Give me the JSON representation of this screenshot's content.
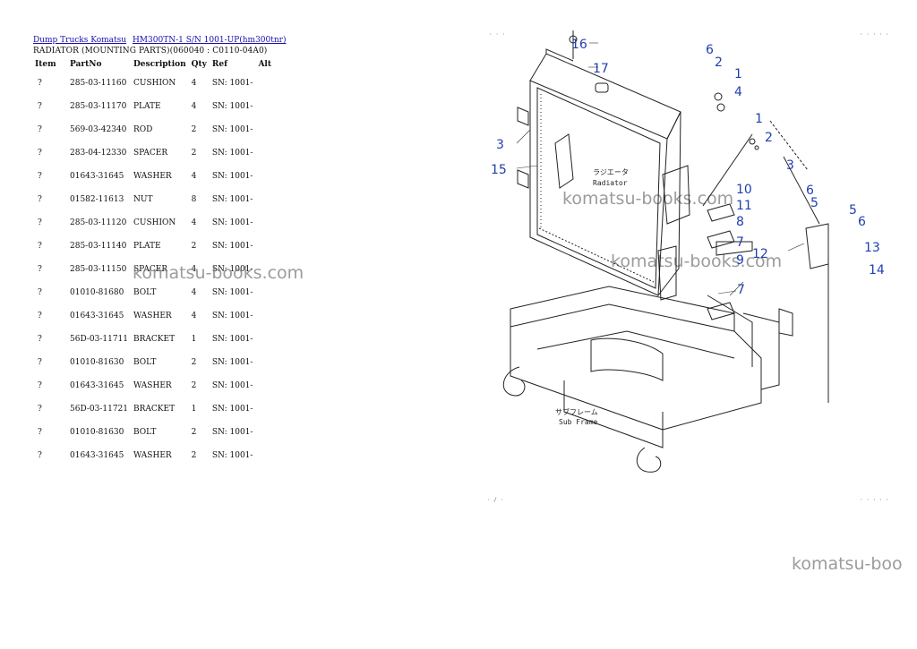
{
  "breadcrumb": {
    "link1": "Dump Trucks Komatsu",
    "link2": "HM300TN-1 S/N 1001-UP(hm300tnr)"
  },
  "section_title": "RADIATOR (MOUNTING PARTS)(060040 : C0110-04A0)",
  "table": {
    "headers": [
      "Item",
      "PartNo",
      "Description",
      "Qty",
      "Ref",
      "Alt"
    ],
    "rows": [
      {
        "item": "?",
        "part": "285-03-11160",
        "desc": "CUSHION",
        "qty": "4",
        "ref": "SN: 1001-",
        "alt": ""
      },
      {
        "item": "?",
        "part": "285-03-11170",
        "desc": "PLATE",
        "qty": "4",
        "ref": "SN: 1001-",
        "alt": ""
      },
      {
        "item": "?",
        "part": "569-03-42340",
        "desc": "ROD",
        "qty": "2",
        "ref": "SN: 1001-",
        "alt": ""
      },
      {
        "item": "?",
        "part": "283-04-12330",
        "desc": "SPACER",
        "qty": "2",
        "ref": "SN: 1001-",
        "alt": ""
      },
      {
        "item": "?",
        "part": "01643-31645",
        "desc": "WASHER",
        "qty": "4",
        "ref": "SN: 1001-",
        "alt": ""
      },
      {
        "item": "?",
        "part": "01582-11613",
        "desc": "NUT",
        "qty": "8",
        "ref": "SN: 1001-",
        "alt": ""
      },
      {
        "item": "?",
        "part": "285-03-11120",
        "desc": "CUSHION",
        "qty": "4",
        "ref": "SN: 1001-",
        "alt": ""
      },
      {
        "item": "?",
        "part": "285-03-11140",
        "desc": "PLATE",
        "qty": "2",
        "ref": "SN: 1001-",
        "alt": ""
      },
      {
        "item": "?",
        "part": "285-03-11150",
        "desc": "SPACER",
        "qty": "4",
        "ref": "SN: 1001-",
        "alt": ""
      },
      {
        "item": "?",
        "part": "01010-81680",
        "desc": "BOLT",
        "qty": "4",
        "ref": "SN: 1001-",
        "alt": ""
      },
      {
        "item": "?",
        "part": "01643-31645",
        "desc": "WASHER",
        "qty": "4",
        "ref": "SN: 1001-",
        "alt": ""
      },
      {
        "item": "?",
        "part": "56D-03-11711",
        "desc": "BRACKET",
        "qty": "1",
        "ref": "SN: 1001-",
        "alt": ""
      },
      {
        "item": "?",
        "part": "01010-81630",
        "desc": "BOLT",
        "qty": "2",
        "ref": "SN: 1001-",
        "alt": ""
      },
      {
        "item": "?",
        "part": "01643-31645",
        "desc": "WASHER",
        "qty": "2",
        "ref": "SN: 1001-",
        "alt": ""
      },
      {
        "item": "?",
        "part": "56D-03-11721",
        "desc": "BRACKET",
        "qty": "1",
        "ref": "SN: 1001-",
        "alt": ""
      },
      {
        "item": "?",
        "part": "01010-81630",
        "desc": "BOLT",
        "qty": "2",
        "ref": "SN: 1001-",
        "alt": ""
      },
      {
        "item": "?",
        "part": "01643-31645",
        "desc": "WASHER",
        "qty": "2",
        "ref": "SN: 1001-",
        "alt": ""
      }
    ]
  },
  "watermark": "komatsu-books.com",
  "watermark_cut": "komatsu-boo",
  "diagram": {
    "label_radiator_jp": "ラジエータ",
    "label_radiator_en": "Radiator",
    "label_subframe_jp": "サブフレーム",
    "label_subframe_en": "Sub Frame",
    "callouts": [
      "16",
      "17",
      "6",
      "2",
      "1",
      "4",
      "3",
      "15",
      "1",
      "2",
      "3",
      "6",
      "5",
      "10",
      "11",
      "8",
      "5",
      "6",
      "7",
      "9",
      "12",
      "13",
      "14",
      "7"
    ],
    "callout_color": "#1f3fb0"
  }
}
